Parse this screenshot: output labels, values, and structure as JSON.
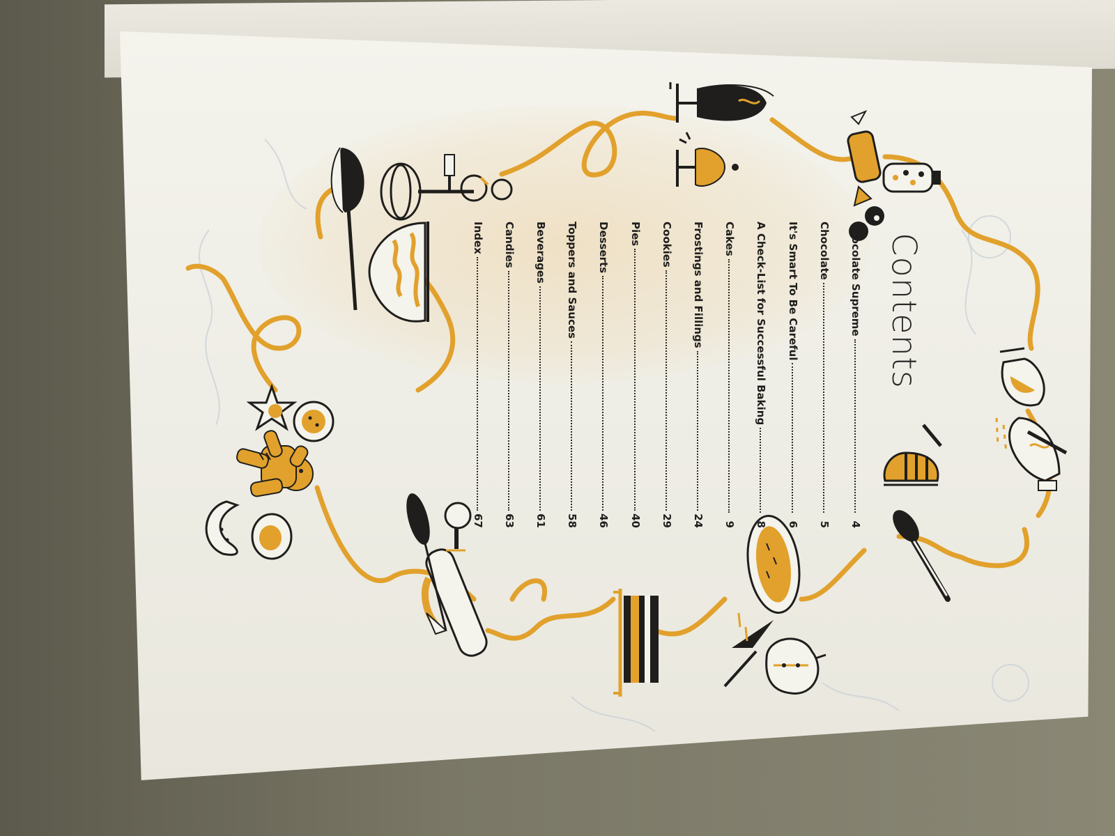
{
  "document": {
    "title": "Contents",
    "colors": {
      "accent": "#e1a12c",
      "ink": "#1f1e1c",
      "paper": "#f1f0e8"
    },
    "toc": [
      {
        "label": "Chocolate Supreme",
        "page": "4"
      },
      {
        "label": "Chocolate",
        "page": "5"
      },
      {
        "label": "It's Smart To Be Careful",
        "page": "6"
      },
      {
        "label": "A Check-List for Successful Baking",
        "page": "8"
      },
      {
        "label": "Cakes",
        "page": "9"
      },
      {
        "label": "Frostings and Fillings",
        "page": "24"
      },
      {
        "label": "Cookies",
        "page": "29"
      },
      {
        "label": "Pies",
        "page": "40"
      },
      {
        "label": "Desserts",
        "page": "46"
      },
      {
        "label": "Toppers and Sauces",
        "page": "58"
      },
      {
        "label": "Beverages",
        "page": "61"
      },
      {
        "label": "Candies",
        "page": "63"
      },
      {
        "label": "Index",
        "page": "67"
      }
    ],
    "illustrations": [
      "parfait-glass-icon",
      "sundae-cup-icon",
      "wrapped-candy-icon",
      "candy-jar-icon",
      "bonbon-icon",
      "teapot-icon",
      "sauce-boat-icon",
      "mixing-bowl-icon",
      "spoon-icon",
      "pie-plate-icon",
      "pie-slice-icon",
      "apple-icon",
      "layer-cake-icon",
      "rolling-pin-icon",
      "spatula-icon",
      "gingerbread-man-icon",
      "star-cookie-icon",
      "round-cookie-icon",
      "crescent-cookie-icon",
      "egg-beater-icon",
      "ladle-icon",
      "batter-bowl-icon"
    ]
  }
}
